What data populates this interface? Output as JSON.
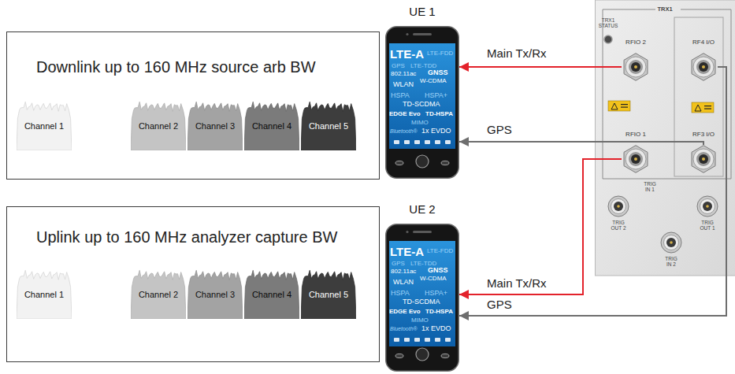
{
  "diagram": {
    "nodes": [
      {
        "text": [
          "Downlink up to 160 MHz source arb BW"
        ]
      },
      {
        "text": [
          "Channel 1"
        ],
        "in": 0
      },
      {
        "text": [
          "Channel 2"
        ],
        "in": 0
      },
      {
        "text": [
          "Channel 3"
        ],
        "in": 0
      },
      {
        "text": [
          "Channel 4"
        ],
        "in": 0
      },
      {
        "text": [
          "Channel 5"
        ],
        "in": 0
      },
      {
        "text": [
          "Uplink up to 160 MHz analyzer capture BW"
        ]
      },
      {
        "text": [
          "Channel 1"
        ],
        "in": 6
      },
      {
        "text": [
          "Channel 2"
        ],
        "in": 6
      },
      {
        "text": [
          "Channel 3"
        ],
        "in": 6
      },
      {
        "text": [
          "Channel 4"
        ],
        "in": 6
      },
      {
        "text": [
          "Channel 5"
        ],
        "in": 6
      },
      {
        "text": [
          "UE 1",
          "LTE-A",
          "LTE-FDD",
          "GPS",
          "LTE-TDD",
          "802.11ac",
          "GNSS",
          "W-CDMA",
          "WLAN",
          "HSPA",
          "HSPA+",
          "TD-SCDMA",
          "EDGE Evo",
          "TD-HSPA",
          "MIMO",
          "Bluetooth®",
          "1x EVDO"
        ]
      },
      {
        "text": [
          "UE 2",
          "LTE-A",
          "LTE-FDD",
          "GPS",
          "LTE-TDD",
          "802.11ac",
          "GNSS",
          "W-CDMA",
          "WLAN",
          "HSPA",
          "HSPA+",
          "TD-SCDMA",
          "EDGE Evo",
          "TD-HSPA",
          "MIMO",
          "Bluetooth®",
          "1x EVDO"
        ]
      },
      {
        "text": [
          "TRX1"
        ]
      },
      {
        "text": [
          "RFIO 2"
        ],
        "in": 14
      },
      {
        "text": [
          "RF4 I/O"
        ],
        "in": 14
      },
      {
        "text": [
          "RFIO 1"
        ],
        "in": 14
      },
      {
        "text": [
          "RF3 I/O"
        ],
        "in": 14
      }
    ],
    "edges": [
      {
        "from": 15,
        "to": 12,
        "label": "Main Tx/Rx",
        "arrow": "to"
      },
      {
        "from": 18,
        "to": 12,
        "label": "GPS",
        "arrow": "to"
      },
      {
        "from": 17,
        "to": 13,
        "label": "Main Tx/Rx",
        "arrow": "to"
      },
      {
        "from": 16,
        "to": 13,
        "label": "GPS",
        "arrow": "to"
      }
    ],
    "labels": [
      "TRX1 STATUS",
      "TRIG IN 1",
      "TRIG OUT 2",
      "TRIG OUT 1",
      "TRIG IN 2"
    ]
  }
}
